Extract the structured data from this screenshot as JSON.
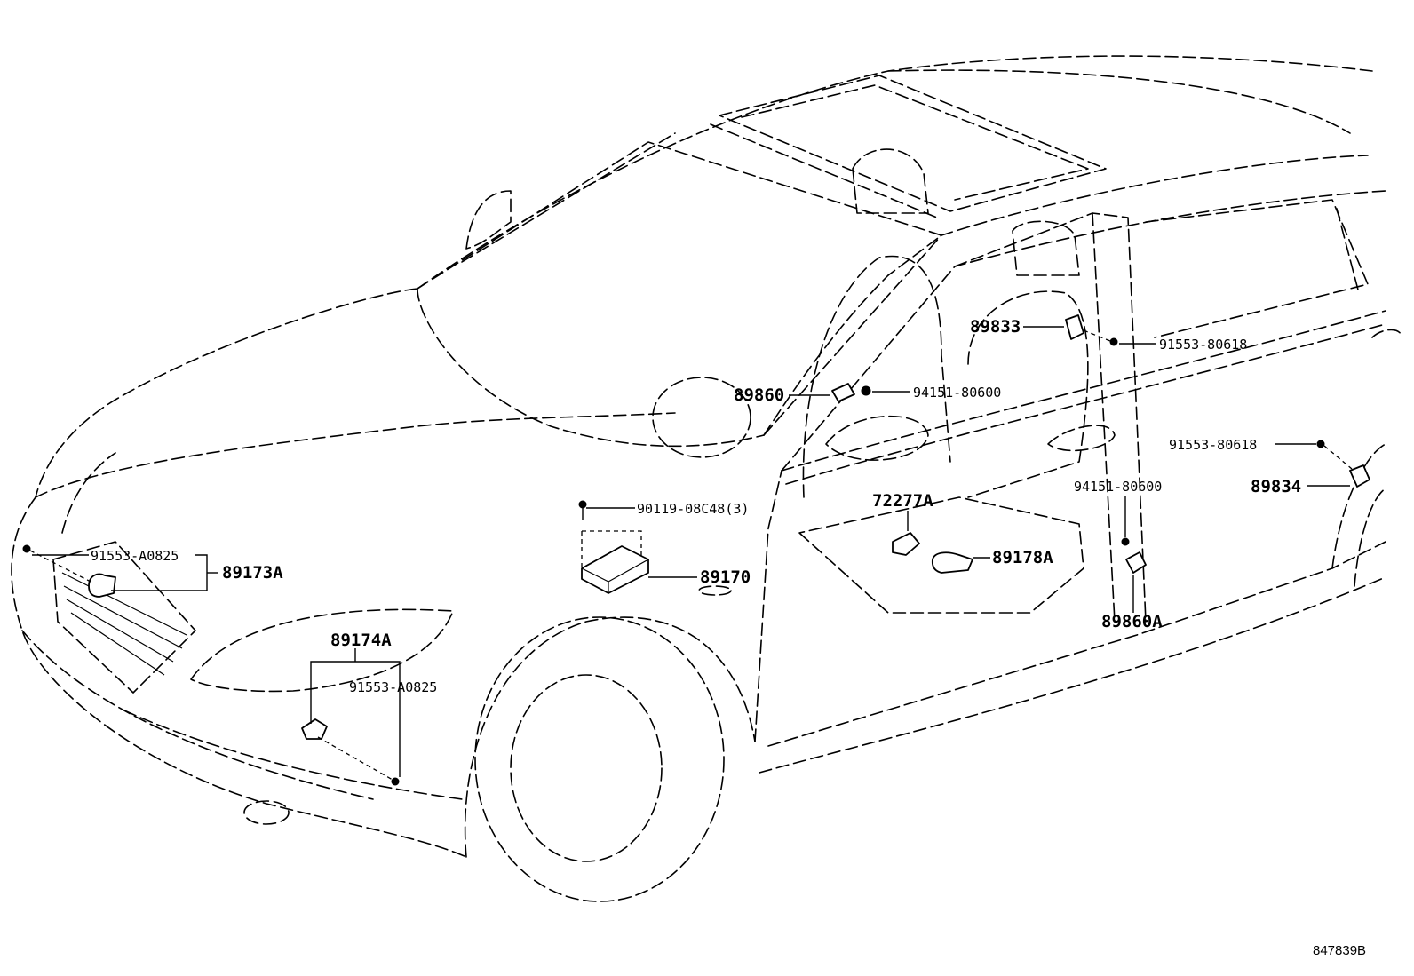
{
  "parts": {
    "p89173A": "89173A",
    "p91553A0825_front": "91553-A0825",
    "p89174A": "89174A",
    "p91553A0825_side": "91553-A0825",
    "p90119": "90119-08C48(3)",
    "p89170": "89170",
    "p89860": "89860",
    "p94151_upper": "94151-80600",
    "p89833": "89833",
    "p91553_80618_upper": "91553-80618",
    "p72277A": "72277A",
    "p89178A": "89178A",
    "p91553_80618_rear": "91553-80618",
    "p89834": "89834",
    "p94151_lower": "94151-80600",
    "p89860A": "89860A"
  },
  "reference_code": "847839B"
}
